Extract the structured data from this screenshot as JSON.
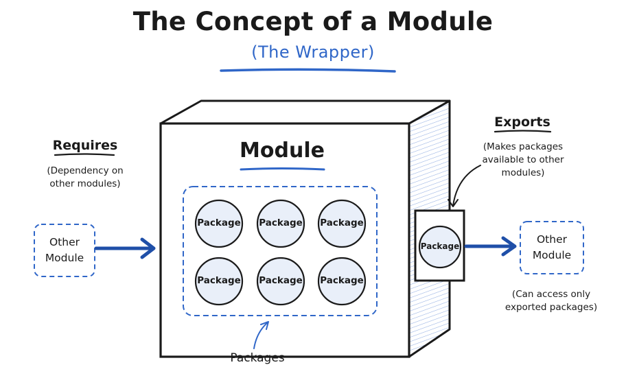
{
  "title": "The Concept of a Module",
  "subtitle": "(The Wrapper)",
  "module": {
    "label": "Module",
    "packages": [
      "Package",
      "Package",
      "Package",
      "Package",
      "Package",
      "Package"
    ],
    "packages_caption": "Packages"
  },
  "requires": {
    "label": "Requires",
    "note": "(Dependency on other modules)",
    "source_module": "Other Module"
  },
  "exports": {
    "label": "Exports",
    "note": "(Makes packages available to other modules)",
    "exported_package": "Package",
    "target_module": "Other Module",
    "target_note": "(Can access only exported packages)"
  },
  "colors": {
    "ink": "#1a1a1a",
    "accent": "#2f66c8",
    "arrow": "#1f4fa8",
    "package_fill": "#e9eff9",
    "side_hatch": "#6f93d8"
  }
}
